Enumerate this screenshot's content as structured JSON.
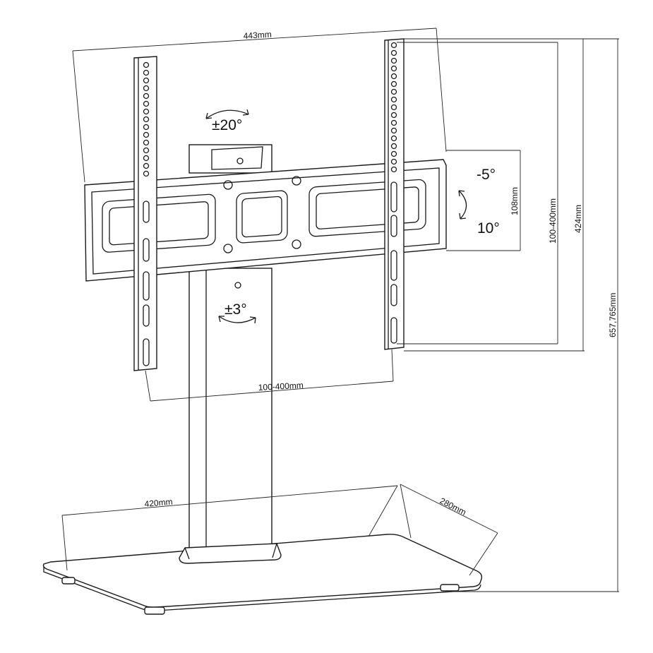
{
  "dimensions": {
    "width_top": "443mm",
    "vesa_horizontal": "100-400mm",
    "vesa_vertical": "100-400mm",
    "plate_height": "108mm",
    "bracket_height": "424mm",
    "total_height": "657,765mm",
    "base_width": "420mm",
    "base_depth": "280mm"
  },
  "angles": {
    "swivel": "±20°",
    "tilt_up": "-5°",
    "tilt_down": "10°",
    "level": "±3°"
  },
  "colors": {
    "line": "#1a1a1a",
    "background": "#ffffff"
  }
}
